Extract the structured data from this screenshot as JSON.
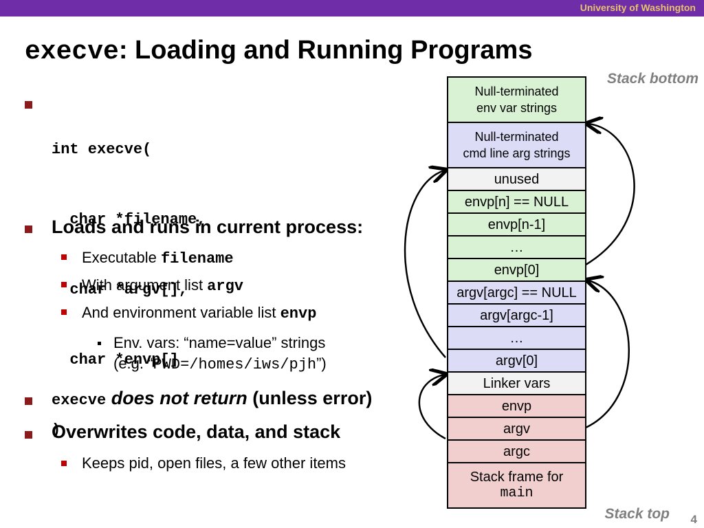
{
  "header": {
    "university": "University of Washington"
  },
  "title": {
    "mono": "execve",
    "rest": ": Loading and Running Programs"
  },
  "bullets": {
    "signature": [
      "int execve(",
      "  char *filename,",
      "  char *argv[],",
      "  char *envp[]",
      ")"
    ],
    "loads": "Loads and runs in current process:",
    "exec_prefix": "Executable ",
    "exec_code": "filename",
    "arg_prefix": "With argument list ",
    "arg_code": "argv",
    "env_prefix": "And environment variable list ",
    "env_code": "envp",
    "envvars_line1": "Env. vars: “name=value” strings",
    "envvars_line2_prefix": "(e.g. “",
    "envvars_line2_code": "PWD=/homes/iws/pjh",
    "envvars_line2_suffix": "”)",
    "noreturn_code": "execve",
    "noreturn_italic": "does not return",
    "noreturn_rest": "(unless error)",
    "overwrites": "Overwrites code, data, and stack",
    "keeps": "Keeps pid, open files, a few other items"
  },
  "stack": {
    "cells": [
      {
        "text": "Null-terminated\nenv var strings",
        "color": "#d9f2d4"
      },
      {
        "text": "Null-terminated\ncmd line arg strings",
        "color": "#dcdcf7"
      },
      {
        "text": "unused",
        "color": "#f2f2f2"
      },
      {
        "text": "envp[n] == NULL",
        "color": "#d9f2d4"
      },
      {
        "text": "envp[n-1]",
        "color": "#d9f2d4"
      },
      {
        "text": "…",
        "color": "#d9f2d4"
      },
      {
        "text": "envp[0]",
        "color": "#d9f2d4"
      },
      {
        "text": "argv[argc] == NULL",
        "color": "#dcdcf7"
      },
      {
        "text": "argv[argc-1]",
        "color": "#dcdcf7"
      },
      {
        "text": "…",
        "color": "#dcdcf7"
      },
      {
        "text": "argv[0]",
        "color": "#dcdcf7"
      },
      {
        "text": "Linker vars",
        "color": "#f2f2f2"
      },
      {
        "text": "envp",
        "color": "#f2cfcf"
      },
      {
        "text": "argv",
        "color": "#f2cfcf"
      },
      {
        "text": "argc",
        "color": "#f2cfcf"
      }
    ],
    "frame_line1": "Stack frame for",
    "frame_code": "main",
    "bottom_label": "Stack bottom",
    "top_label": "Stack top"
  },
  "page_number": "4"
}
